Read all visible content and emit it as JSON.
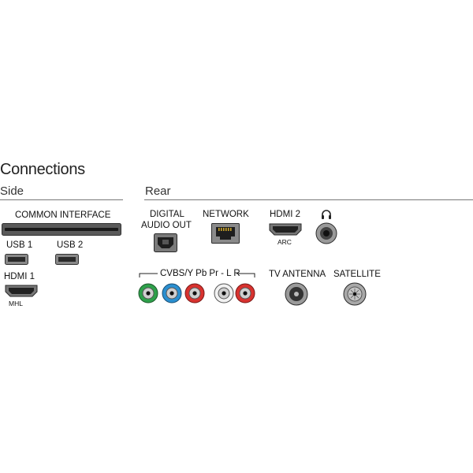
{
  "title": "Connections",
  "side": {
    "heading": "Side",
    "common_interface": "COMMON INTERFACE",
    "usb1": "USB 1",
    "usb2": "USB 2",
    "hdmi1": "HDMI 1",
    "mhl": "MHL"
  },
  "rear": {
    "heading": "Rear",
    "digital_audio_out_line1": "DIGITAL",
    "digital_audio_out_line2": "AUDIO OUT",
    "network": "NETWORK",
    "hdmi2": "HDMI 2",
    "arc": "ARC",
    "component": "CVBS/Y Pb Pr - L R",
    "tv_antenna": "TV ANTENNA",
    "satellite": "SATELLITE"
  },
  "colors": {
    "green": "#2ea04a",
    "blue": "#2a8fd0",
    "red": "#d8322f",
    "white": "#f2f2f2",
    "metal": "#8c8c8c"
  }
}
